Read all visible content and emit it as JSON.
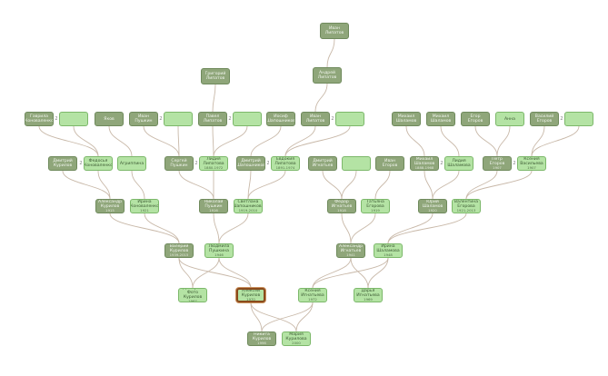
{
  "colors": {
    "dark": "#8fa67a",
    "light": "#b4e3a4",
    "root_border": "#8a4a1c",
    "link": "#c8b8a8"
  },
  "nodes": [
    {
      "id": "n01",
      "name": "Иван\nЛипатов",
      "years": "",
      "tone": "dark"
    },
    {
      "id": "n02",
      "name": "Григорий\nЛипатов",
      "years": "",
      "tone": "dark"
    },
    {
      "id": "n03",
      "name": "Андрей\nЛипатов",
      "years": "",
      "tone": "dark"
    },
    {
      "id": "n04",
      "name": "Гаврила\nКоноваленко",
      "years": "",
      "tone": "dark"
    },
    {
      "id": "n05",
      "name": "",
      "years": "",
      "tone": "light"
    },
    {
      "id": "n06",
      "name": "Яков",
      "years": "",
      "tone": "dark"
    },
    {
      "id": "n07",
      "name": "Иван\nПушкин",
      "years": "",
      "tone": "dark"
    },
    {
      "id": "n08",
      "name": "",
      "years": "",
      "tone": "light"
    },
    {
      "id": "n09",
      "name": "Павел\nЛипатов",
      "years": "",
      "tone": "dark"
    },
    {
      "id": "n10",
      "name": "",
      "years": "",
      "tone": "light"
    },
    {
      "id": "n11",
      "name": "Иосиф\nШапошников",
      "years": "",
      "tone": "dark"
    },
    {
      "id": "n12",
      "name": "Иван\nЛипатов",
      "years": "",
      "tone": "dark"
    },
    {
      "id": "n13",
      "name": "",
      "years": "",
      "tone": "light"
    },
    {
      "id": "n14",
      "name": "Михаил\nШаламов",
      "years": "",
      "tone": "dark"
    },
    {
      "id": "n15",
      "name": "Михаил\nШаламов",
      "years": "",
      "tone": "dark"
    },
    {
      "id": "n16",
      "name": "Егор\nЕгоров",
      "years": "",
      "tone": "dark"
    },
    {
      "id": "n17",
      "name": "Анна",
      "years": "",
      "tone": "light"
    },
    {
      "id": "n18",
      "name": "Василий\nЕгоров",
      "years": "",
      "tone": "dark"
    },
    {
      "id": "n19",
      "name": "",
      "years": "",
      "tone": "light"
    },
    {
      "id": "n20",
      "name": "Дмитрий\nКурилов",
      "years": "",
      "tone": "dark"
    },
    {
      "id": "n21",
      "name": "Федосья\nКоноваленко",
      "years": "",
      "tone": "light"
    },
    {
      "id": "n22",
      "name": "Агриппина",
      "years": "",
      "tone": "light"
    },
    {
      "id": "n23",
      "name": "Сергей\nПушкин",
      "years": "",
      "tone": "dark"
    },
    {
      "id": "n24",
      "name": "Лидия\nЛипатова",
      "years": "1880-1972",
      "tone": "light"
    },
    {
      "id": "n25",
      "name": "Дмитрий\nШапошников",
      "years": "",
      "tone": "dark"
    },
    {
      "id": "n26",
      "name": "Евдокия\nЛипатова",
      "years": "1891-1974",
      "tone": "light"
    },
    {
      "id": "n27",
      "name": "Дмитрий\nИгнатьев",
      "years": "",
      "tone": "dark"
    },
    {
      "id": "n28",
      "name": "",
      "years": "",
      "tone": "light"
    },
    {
      "id": "n29",
      "name": "Иван\nЕгоров",
      "years": "",
      "tone": "dark"
    },
    {
      "id": "n30",
      "name": "Михаил\nШаламов",
      "years": "1888-1968",
      "tone": "dark"
    },
    {
      "id": "n31",
      "name": "Лидия\nШаламова",
      "years": "",
      "tone": "light"
    },
    {
      "id": "n32",
      "name": "Петр\nЕгоров",
      "years": "1907",
      "tone": "dark"
    },
    {
      "id": "n33",
      "name": "Ксения\nВасильева",
      "years": "1907",
      "tone": "light"
    },
    {
      "id": "n34",
      "name": "Александр\nКурилов",
      "years": "1915",
      "tone": "dark"
    },
    {
      "id": "n35",
      "name": "Ирина\nКоноваленко",
      "years": "1921",
      "tone": "light"
    },
    {
      "id": "n36",
      "name": "Николай\nПушкин",
      "years": "1916",
      "tone": "dark"
    },
    {
      "id": "n37",
      "name": "Светлана\nШапошникова",
      "years": "1919-2010",
      "tone": "light"
    },
    {
      "id": "n38",
      "name": "Федор\nИгнатьев",
      "years": "1918",
      "tone": "dark"
    },
    {
      "id": "n39",
      "name": "Татьяна\nЕгорова",
      "years": "1919",
      "tone": "light"
    },
    {
      "id": "n40",
      "name": "Юрий\nШаламов",
      "years": "1920",
      "tone": "dark"
    },
    {
      "id": "n41",
      "name": "Валентина\nЕгорова",
      "years": "1921-2013",
      "tone": "light"
    },
    {
      "id": "n42",
      "name": "Валерий\nКурилов",
      "years": "1939-2015",
      "tone": "dark"
    },
    {
      "id": "n43",
      "name": "Людмила\nПушкина",
      "years": "1946",
      "tone": "light"
    },
    {
      "id": "n44",
      "name": "Александр\nИгнатьев",
      "years": "1941",
      "tone": "dark"
    },
    {
      "id": "n45",
      "name": "Ирина\nШаламова",
      "years": "1948",
      "tone": "light"
    },
    {
      "id": "n46",
      "name": "Дмитрий Фото\nКурилов",
      "years": "1967",
      "tone": "light"
    },
    {
      "id": "n47",
      "name": "Алексей\nКурилов",
      "years": "1970",
      "tone": "root"
    },
    {
      "id": "n48",
      "name": "Ксения\nИгнатьева",
      "years": "1972",
      "tone": "light"
    },
    {
      "id": "n49",
      "name": "Дарья\nИгнатьева",
      "years": "1969",
      "tone": "light"
    },
    {
      "id": "n50",
      "name": "Никита\nКурилов",
      "years": "1996",
      "tone": "dark"
    },
    {
      "id": "n51",
      "name": "Мария\nКурилова",
      "years": "2000",
      "tone": "light"
    }
  ],
  "links": [
    [
      "n01",
      "n03"
    ],
    [
      "n02",
      "n09"
    ],
    [
      "n03",
      "n12"
    ],
    [
      "n04",
      "n21"
    ],
    [
      "n05",
      "n21"
    ],
    [
      "n06",
      "n22"
    ],
    [
      "n07",
      "n23"
    ],
    [
      "n08",
      "n23"
    ],
    [
      "n09",
      "n24"
    ],
    [
      "n10",
      "n24"
    ],
    [
      "n11",
      "n25"
    ],
    [
      "n12",
      "n26"
    ],
    [
      "n13",
      "n26"
    ],
    [
      "n14",
      "n30"
    ],
    [
      "n15",
      "n31"
    ],
    [
      "n16",
      "n32"
    ],
    [
      "n17",
      "n32"
    ],
    [
      "n18",
      "n33"
    ],
    [
      "n19",
      "n33"
    ],
    [
      "n20",
      "n34"
    ],
    [
      "n21",
      "n34"
    ],
    [
      "n22",
      "n35"
    ],
    [
      "n23",
      "n36"
    ],
    [
      "n24",
      "n36"
    ],
    [
      "n25",
      "n37"
    ],
    [
      "n26",
      "n37"
    ],
    [
      "n27",
      "n38"
    ],
    [
      "n28",
      "n38"
    ],
    [
      "n29",
      "n39"
    ],
    [
      "n30",
      "n40"
    ],
    [
      "n31",
      "n40"
    ],
    [
      "n32",
      "n41"
    ],
    [
      "n33",
      "n41"
    ],
    [
      "n34",
      "n42"
    ],
    [
      "n35",
      "n42"
    ],
    [
      "n36",
      "n43"
    ],
    [
      "n37",
      "n43"
    ],
    [
      "n38",
      "n44"
    ],
    [
      "n39",
      "n44"
    ],
    [
      "n40",
      "n45"
    ],
    [
      "n41",
      "n45"
    ],
    [
      "n42",
      "n46"
    ],
    [
      "n43",
      "n46"
    ],
    [
      "n42",
      "n47"
    ],
    [
      "n43",
      "n47"
    ],
    [
      "n44",
      "n48"
    ],
    [
      "n45",
      "n48"
    ],
    [
      "n44",
      "n49"
    ],
    [
      "n45",
      "n49"
    ],
    [
      "n47",
      "n50"
    ],
    [
      "n48",
      "n50"
    ],
    [
      "n47",
      "n51"
    ],
    [
      "n48",
      "n51"
    ]
  ],
  "marriage_numbers": [
    "2",
    "2",
    "2",
    "2",
    "2",
    "2",
    "2",
    "2",
    "2",
    "2"
  ]
}
